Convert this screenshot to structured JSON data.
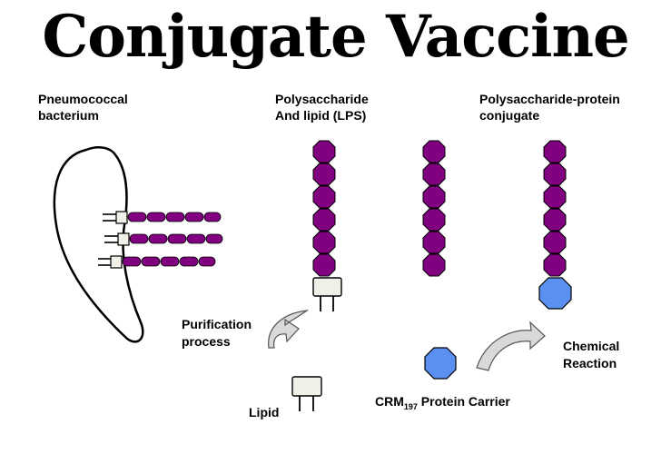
{
  "title": "Conjugate Vaccine",
  "labels": {
    "bacterium_line1": "Pneumococcal",
    "bacterium_line2": "bacterium",
    "lps_line1": "Polysaccharide",
    "lps_line2": "And lipid (LPS)",
    "conjugate_line1": "Polysaccharide-protein",
    "conjugate_line2": "conjugate",
    "purification_line1": "Purification",
    "purification_line2": "process",
    "lipid": "Lipid",
    "crm_prefix": "CRM",
    "crm_subscript": "197",
    "crm_suffix": " Protein Carrier",
    "chemical_line1": "Chemical",
    "chemical_line2": "Reaction"
  },
  "colors": {
    "polysaccharide": "#800080",
    "protein": "#5b8ff0",
    "lipid_fill": "#f0f0e8",
    "arrow_fill": "#d9d9d9",
    "outline": "#000000"
  }
}
